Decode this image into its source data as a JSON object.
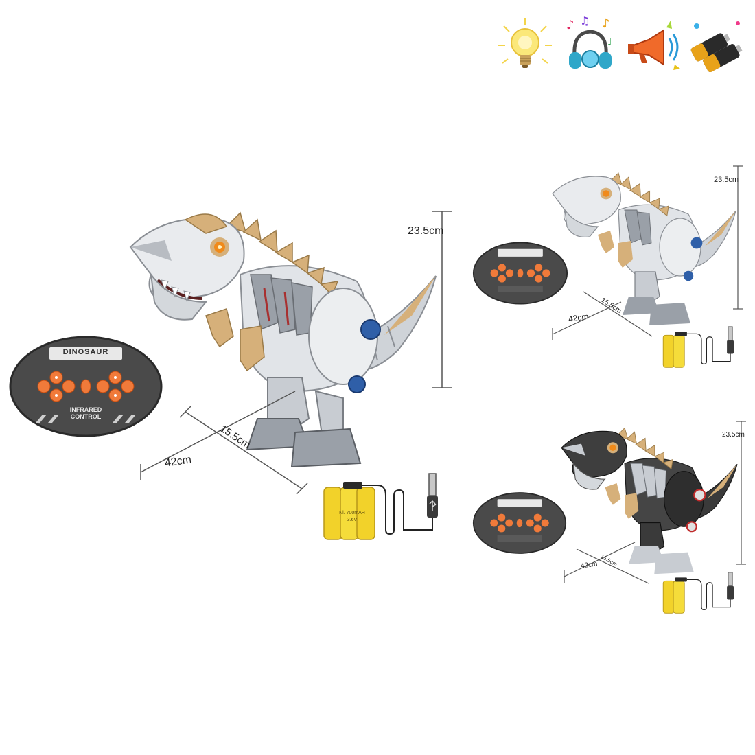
{
  "feature_icons": [
    {
      "name": "light-bulb-icon"
    },
    {
      "name": "music-headphones-icon"
    },
    {
      "name": "megaphone-sound-icon"
    },
    {
      "name": "battery-icon"
    }
  ],
  "main": {
    "height_label": "23.5cm",
    "length_label": "42cm",
    "width_label": "15.5cm",
    "remote_brand": "DINOSAUR",
    "remote_label_1": "INFRARED",
    "remote_label_2": "CONTROL",
    "battery_text_1": "Ni. 700mAH",
    "battery_text_2": "3.6V"
  },
  "variant_white": {
    "height_label": "23.5cm",
    "length_label": "42cm",
    "width_label": "15.5cm"
  },
  "variant_black": {
    "height_label": "23.5cm",
    "length_label": "42cm",
    "width_label": "15.5cm"
  },
  "colors": {
    "body_silver": "#d9dde2",
    "body_dark": "#3a3a3a",
    "gold": "#d6b07a",
    "remote": "#4a4a4a",
    "remote_button": "#f07a3a",
    "battery_yellow": "#f2d22a",
    "eye": "#f08a1a"
  }
}
